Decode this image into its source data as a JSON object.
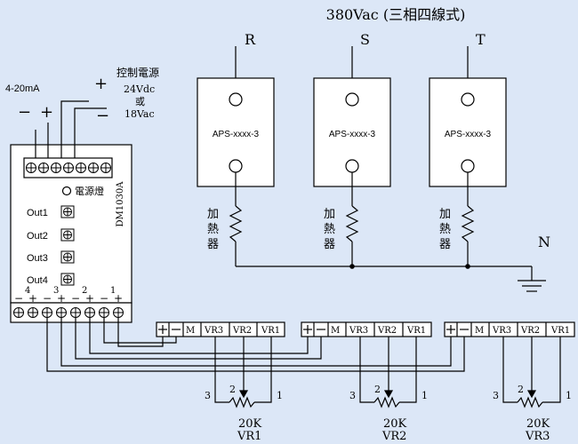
{
  "supply": {
    "label": "380Vac (三相四線式)"
  },
  "phases": [
    "R",
    "S",
    "T"
  ],
  "neutral": "N",
  "ssr_label": "APS-xxxx-3",
  "heater_label": [
    "加",
    "熱",
    "器"
  ],
  "controller": {
    "model": "DM1030A",
    "power_led": "電源燈",
    "outputs": [
      "Out1",
      "Out2",
      "Out3",
      "Out4"
    ],
    "input_label": "4-20mA",
    "input_minus": "−",
    "input_plus": "+",
    "power_title": "控制電源",
    "power_v1": "24Vdc",
    "power_or": "或",
    "power_v2": "18Vac",
    "power_plus": "+",
    "power_minus": "−",
    "bottom_nums": [
      "4",
      "3",
      "2",
      "1"
    ],
    "bottom_sym": [
      "−",
      "+",
      "−",
      "+",
      "−",
      "+",
      "−",
      "+"
    ]
  },
  "module_labels": [
    "M",
    "VR3",
    "VR2",
    "VR1"
  ],
  "pot": {
    "pin3": "3",
    "pin2": "2",
    "pin1": "1",
    "value": "20K"
  },
  "pots": [
    "VR1",
    "VR2",
    "VR3"
  ]
}
